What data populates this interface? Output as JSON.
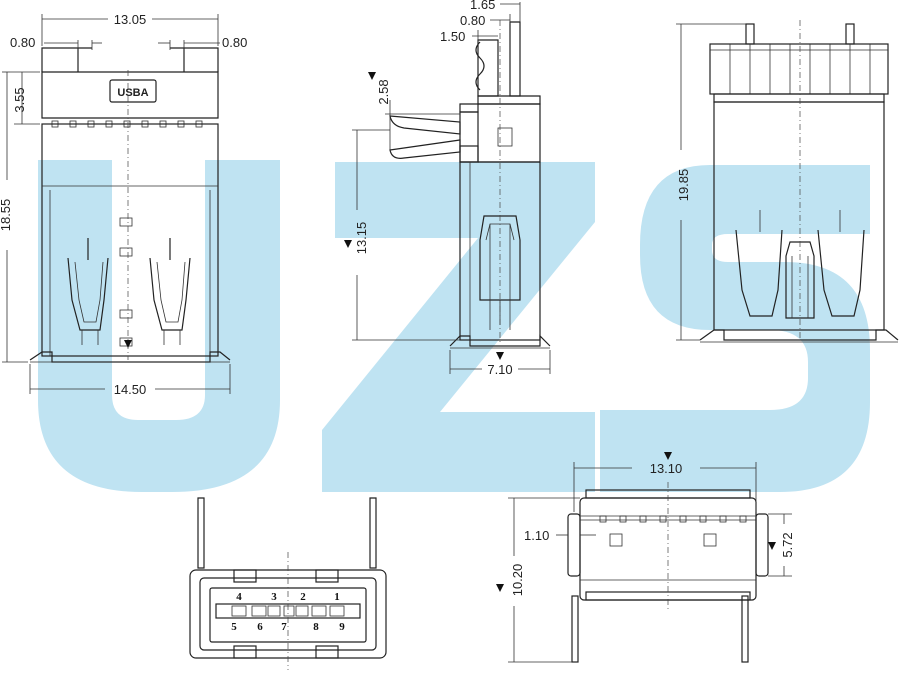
{
  "watermark": {
    "text": "UZS",
    "color": "#bfe3f2"
  },
  "top_left_view": {
    "logo_label": "USBA",
    "dims": {
      "width_top": "13.05",
      "tab_left": "0.80",
      "tab_right": "0.80",
      "side_height": "3.55",
      "total_height": "18.55",
      "bottom_width": "14.50"
    }
  },
  "top_middle_view": {
    "dims": {
      "d1": "1.65",
      "d2": "0.80",
      "d3": "1.50",
      "d4": "2.58",
      "height": "13.15",
      "width": "7.10"
    }
  },
  "top_right_view": {
    "dims": {
      "height": "19.85"
    }
  },
  "bottom_left_view": {
    "pins_top": [
      "4",
      "3",
      "2",
      "1"
    ],
    "pins_bottom": [
      "5",
      "6",
      "7",
      "8",
      "9"
    ]
  },
  "bottom_right_view": {
    "dims": {
      "width": "13.10",
      "offset": "1.10",
      "height": "10.20",
      "inner": "5.72"
    }
  }
}
